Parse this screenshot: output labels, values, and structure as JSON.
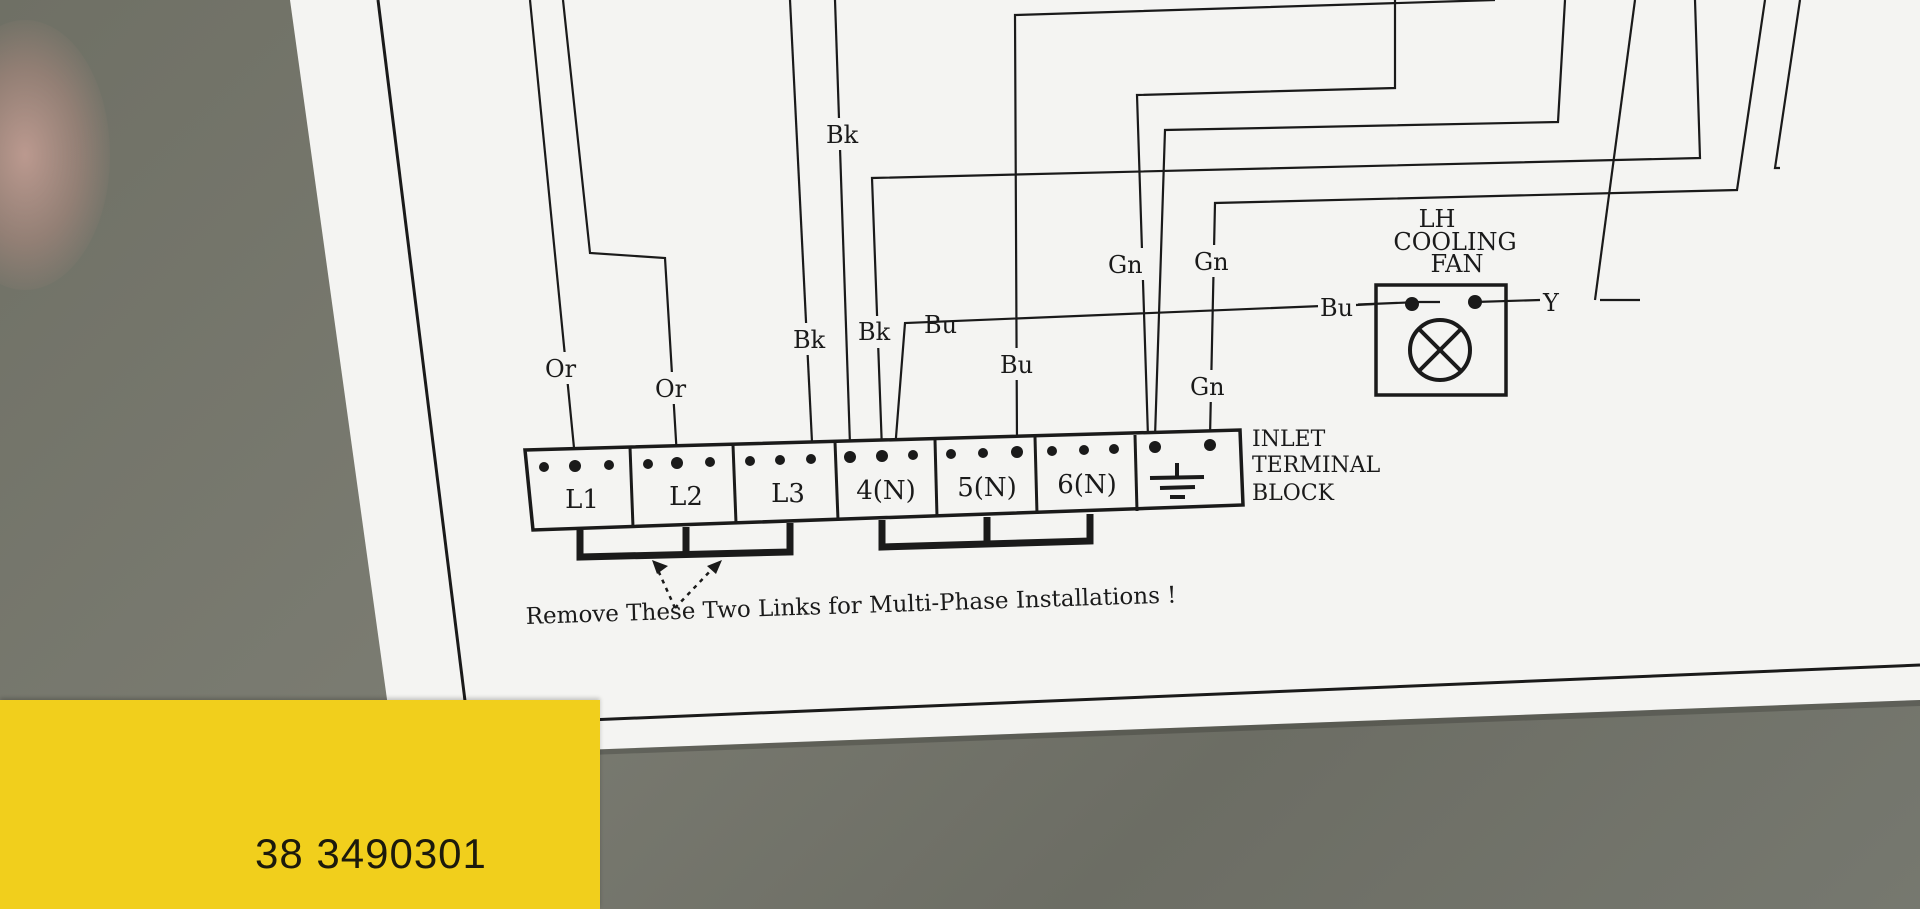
{
  "wire_labels": {
    "bk_top": "Bk",
    "or_left": "Or",
    "or_right": "Or",
    "bk_left": "Bk",
    "bk_mid": "Bk",
    "bu_mid": "Bu",
    "bu_lower": "Bu",
    "gn_left": "Gn",
    "gn_right": "Gn",
    "gn_lower": "Gn",
    "bu_fan": "Bu",
    "y_fan": "Y"
  },
  "fan": {
    "line1": "LH",
    "line2": "COOLING",
    "line3": "FAN"
  },
  "terminal_block": {
    "terminals": [
      "L1",
      "L2",
      "L3",
      "4(N)",
      "5(N)",
      "6(N)"
    ],
    "name_line1": "INLET",
    "name_line2": "TERMINAL",
    "name_line3": "BLOCK"
  },
  "note": "Remove These Two Links for Multi-Phase Installations !",
  "sticker_code": "38 3490301"
}
